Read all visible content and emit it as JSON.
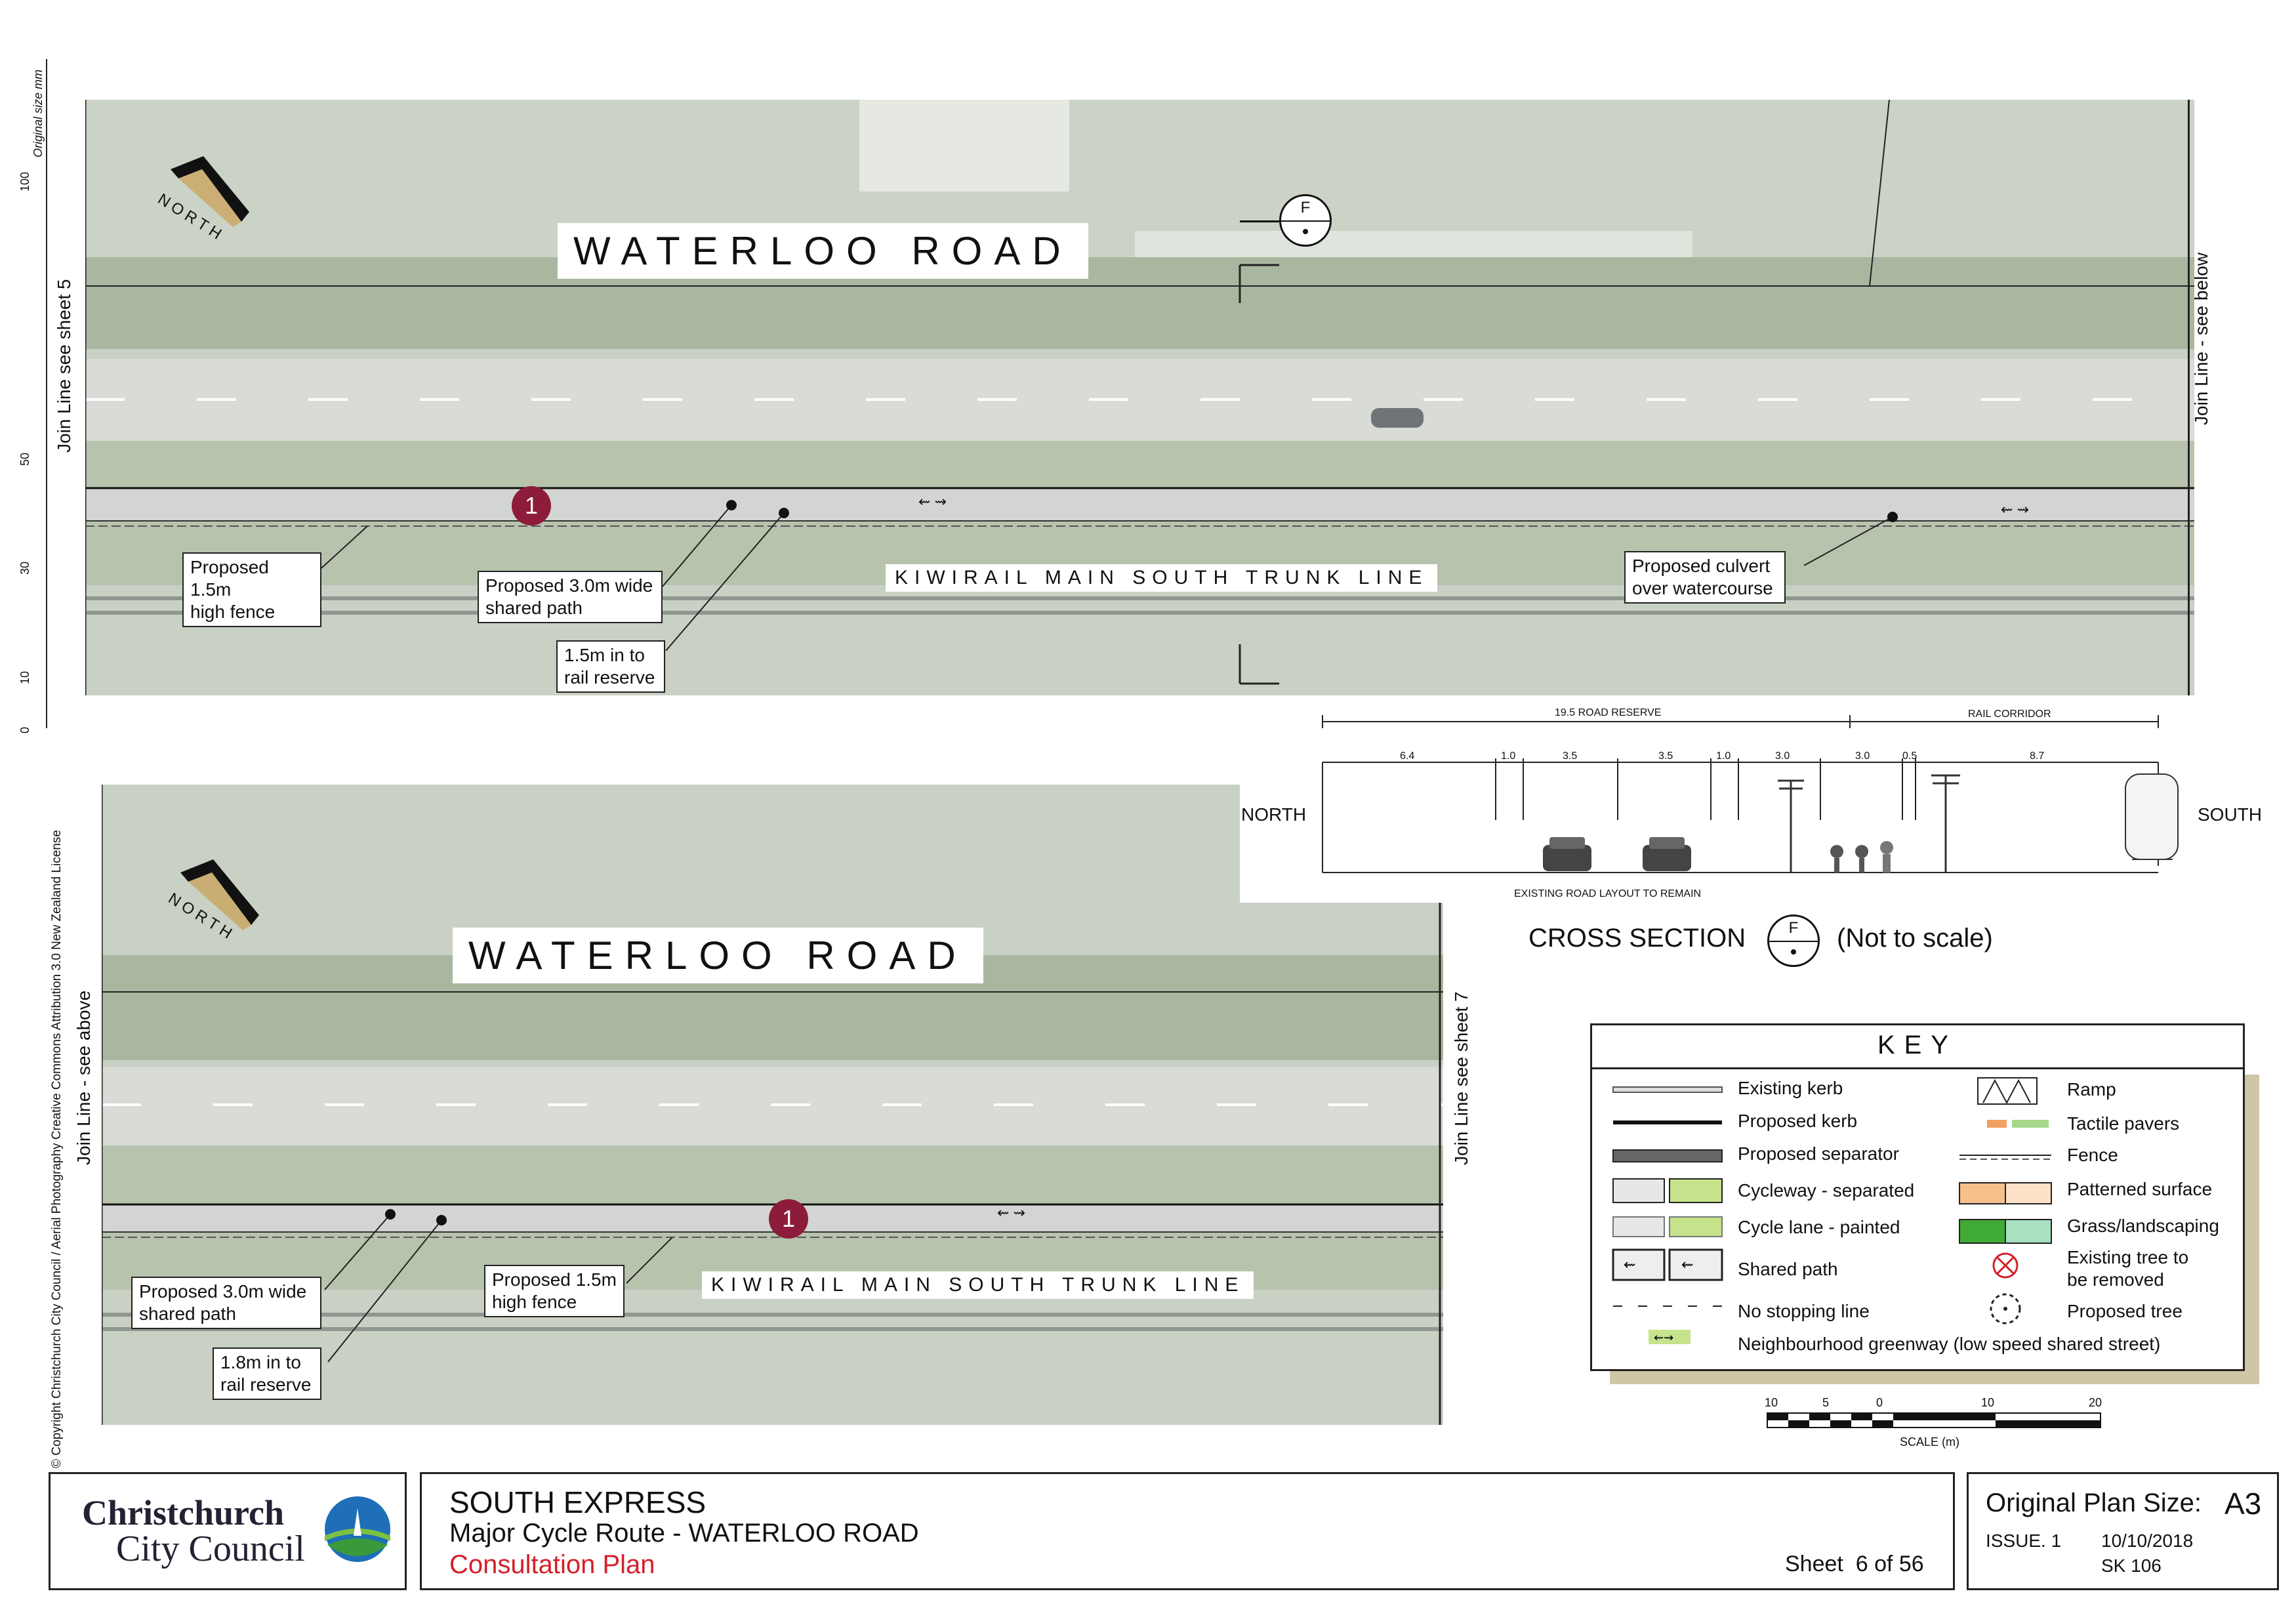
{
  "ruler": {
    "label": "Original size mm",
    "ticks": [
      "100",
      "50",
      "30",
      "10",
      "0"
    ]
  },
  "copyright": "© Copyright Christchurch City Council  / Aerial Photography Creative Commons Attribution 3.0 New Zealand License",
  "north_label": "NORTH",
  "section_marker": "F",
  "top_map": {
    "road_title": "WATERLOO ROAD",
    "rail_title": "KIWIRAIL MAIN SOUTH TRUNK LINE",
    "join_left": "Join Line see sheet 5",
    "join_right": "Join Line - see below",
    "marker": "1",
    "callouts": {
      "fence": [
        "Proposed 1.5m",
        "high fence"
      ],
      "path": [
        "Proposed 3.0m wide",
        "shared path"
      ],
      "reserve": [
        "1.5m in to",
        "rail reserve"
      ],
      "culvert": [
        "Proposed culvert",
        "over watercourse"
      ]
    }
  },
  "bottom_map": {
    "road_title": "WATERLOO ROAD",
    "rail_title": "KIWIRAIL MAIN SOUTH TRUNK LINE",
    "join_left": "Join Line - see above",
    "join_right": "Join Line see sheet 7",
    "marker": "1",
    "callouts": {
      "path": [
        "Proposed 3.0m wide",
        "shared path"
      ],
      "fence": [
        "Proposed 1.5m",
        "high fence"
      ],
      "reserve": [
        "1.8m in to",
        "rail reserve"
      ]
    }
  },
  "cross_section": {
    "road_reserve": "19.5 ROAD RESERVE",
    "rail_corridor": "RAIL CORRIDOR",
    "dims": [
      "6.4",
      "1.0",
      "3.5",
      "3.5",
      "1.0",
      "3.0",
      "3.0",
      "0.5",
      "8.7"
    ],
    "north": "NORTH",
    "south": "SOUTH",
    "existing_note": "EXISTING ROAD LAYOUT TO REMAIN",
    "title": "CROSS SECTION",
    "note": "(Not to scale)"
  },
  "key": {
    "title": "KEY",
    "left": [
      "Existing kerb",
      "Proposed kerb",
      "Proposed separator",
      "Cycleway - separated",
      "Cycle lane - painted",
      "Shared path",
      "No stopping line"
    ],
    "right": [
      "Ramp",
      "Tactile pavers",
      "Fence",
      "Patterned surface",
      "Grass/landscaping",
      "Existing tree to",
      "be removed",
      "Proposed tree"
    ],
    "greenway": "Neighbourhood greenway (low speed shared street)"
  },
  "scale": {
    "ticks": [
      "10",
      "5",
      "0",
      "10",
      "20"
    ],
    "label": "SCALE (m)"
  },
  "title_block": {
    "logo_line1": "Christchurch",
    "logo_line2": "City Council",
    "project": "SOUTH EXPRESS",
    "route": "Major Cycle Route - WATERLOO ROAD",
    "plan_type": "Consultation Plan",
    "sheet": "Sheet  6 of 56",
    "plan_size_label": "Original Plan Size:",
    "plan_size": "A3",
    "issue": "ISSUE. 1",
    "date": "10/10/2018",
    "sk": "SK 106"
  },
  "colors": {
    "marker": "#8c1c3a",
    "red_text": "#d4202a",
    "key_shadow": "#cfc6a8",
    "grass": "#3faa35"
  }
}
